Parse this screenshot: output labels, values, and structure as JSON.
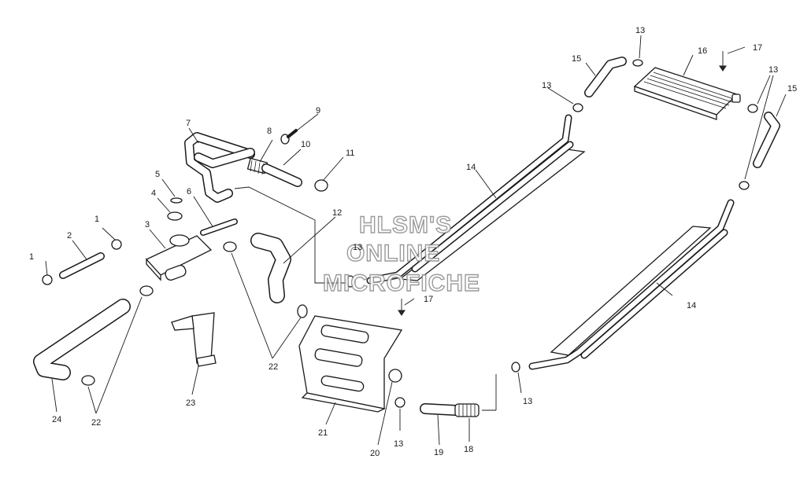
{
  "watermark": [
    "HLSM'S",
    "ONLINE",
    "MICROFICHE"
  ],
  "callouts": {
    "n1a": "1",
    "n1b": "1",
    "n2": "2",
    "n3": "3",
    "n4": "4",
    "n5": "5",
    "n6": "6",
    "n7": "7",
    "n8": "8",
    "n9": "9",
    "n10": "10",
    "n11": "11",
    "n12": "12",
    "n13a": "13",
    "n13b": "13",
    "n13c": "13",
    "n13d": "13",
    "n13e": "13",
    "n13f": "13",
    "n14a": "14",
    "n14b": "14",
    "n15a": "15",
    "n15b": "15",
    "n16": "16",
    "n17a": "17",
    "n17b": "17",
    "n18": "18",
    "n19": "19",
    "n20": "20",
    "n21": "21",
    "n22a": "22",
    "n22b": "22",
    "n23": "23",
    "n24": "24"
  }
}
